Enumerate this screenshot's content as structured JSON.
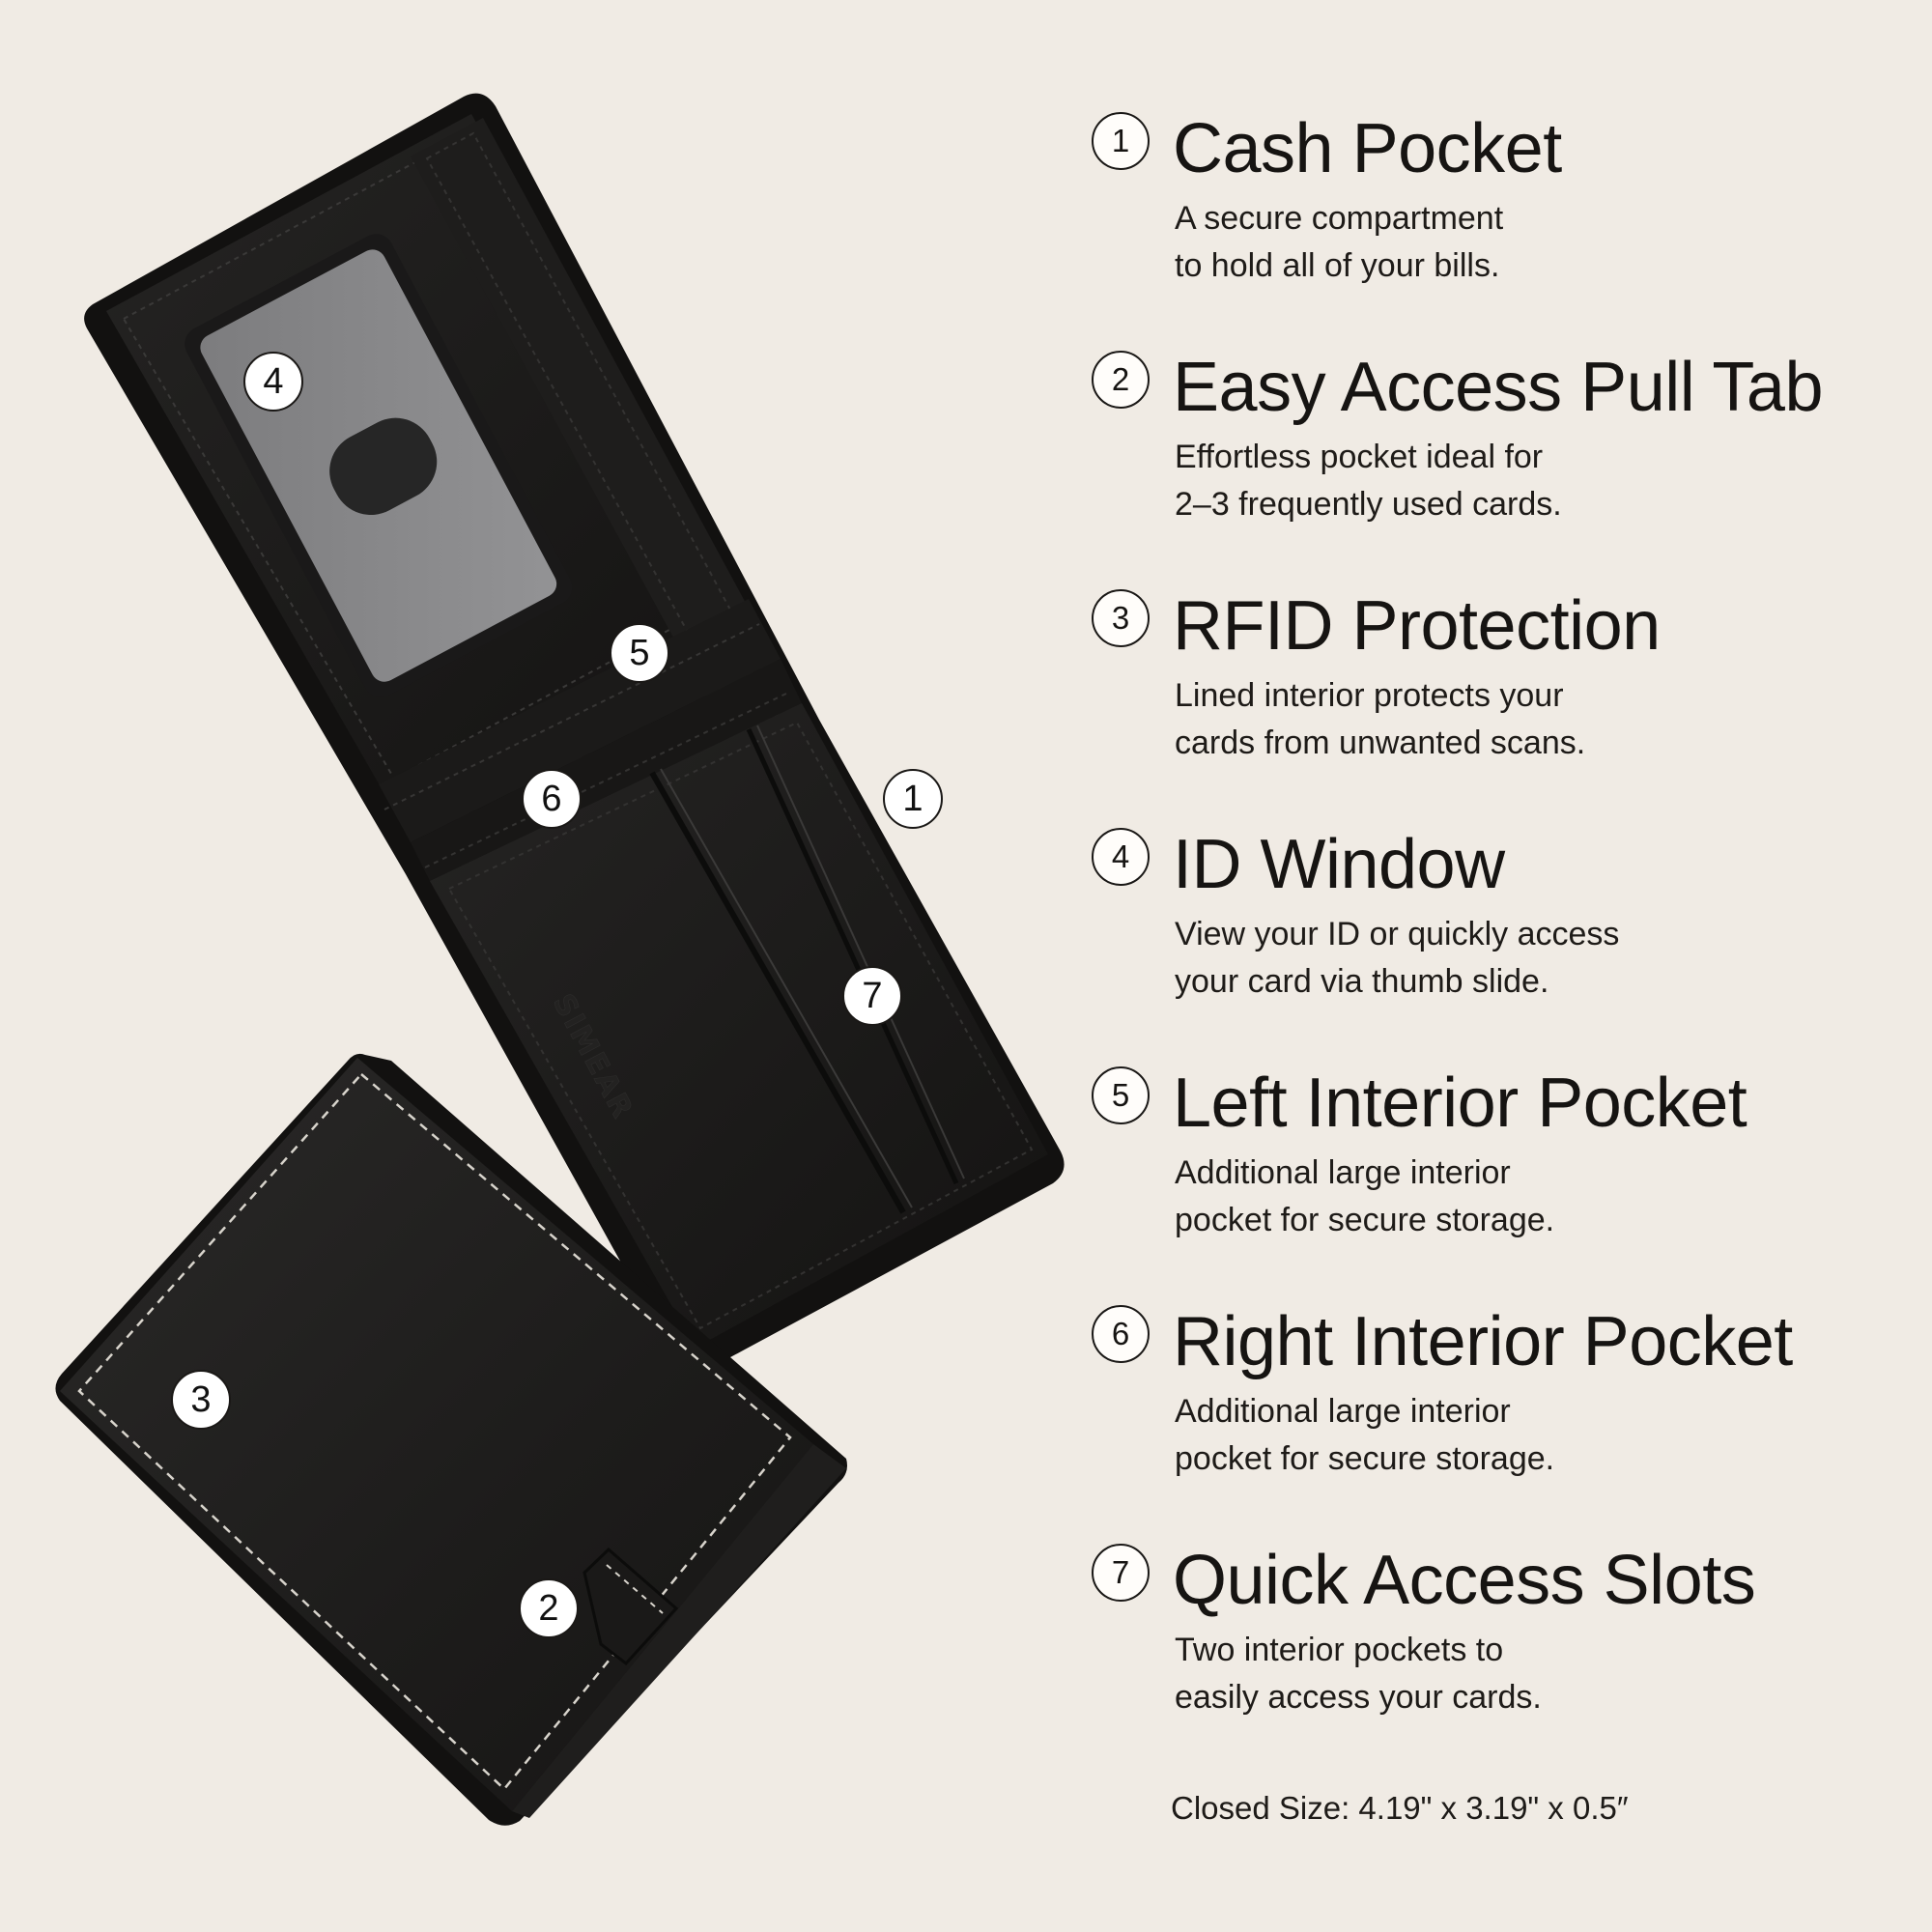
{
  "background_color": "#f0ebe4",
  "product": {
    "brand_emboss": "SIMEAR",
    "colors": {
      "leather": "#1c1b1a",
      "leather_edge": "#0e0d0d",
      "id_window": "#8a8a8c",
      "stitching": "#e8e4dc"
    }
  },
  "markers": [
    {
      "num": "4",
      "label": "ID Window"
    },
    {
      "num": "5",
      "label": "Left Interior Pocket"
    },
    {
      "num": "6",
      "label": "Right Interior Pocket"
    },
    {
      "num": "1",
      "label": "Cash Pocket"
    },
    {
      "num": "7",
      "label": "Quick Access Slots"
    },
    {
      "num": "3",
      "label": "RFID Protection"
    },
    {
      "num": "2",
      "label": "Easy Access Pull Tab"
    }
  ],
  "features": [
    {
      "num": "1",
      "title": "Cash Pocket",
      "desc": "A secure compartment\nto hold all of your bills."
    },
    {
      "num": "2",
      "title": "Easy Access Pull Tab",
      "desc": "Effortless pocket ideal for\n2–3 frequently used cards."
    },
    {
      "num": "3",
      "title": "RFID Protection",
      "desc": "Lined interior protects your\ncards from unwanted scans."
    },
    {
      "num": "4",
      "title": "ID Window",
      "desc": "View your ID or quickly access\nyour card via thumb slide."
    },
    {
      "num": "5",
      "title": "Left Interior Pocket",
      "desc": "Additional large interior\npocket for secure storage."
    },
    {
      "num": "6",
      "title": "Right Interior Pocket",
      "desc": "Additional large interior\npocket for secure storage."
    },
    {
      "num": "7",
      "title": "Quick Access Slots",
      "desc": "Two interior pockets to\neasily access your cards."
    }
  ],
  "closed_size": "Closed Size: 4.19\" x 3.19\" x 0.5″"
}
